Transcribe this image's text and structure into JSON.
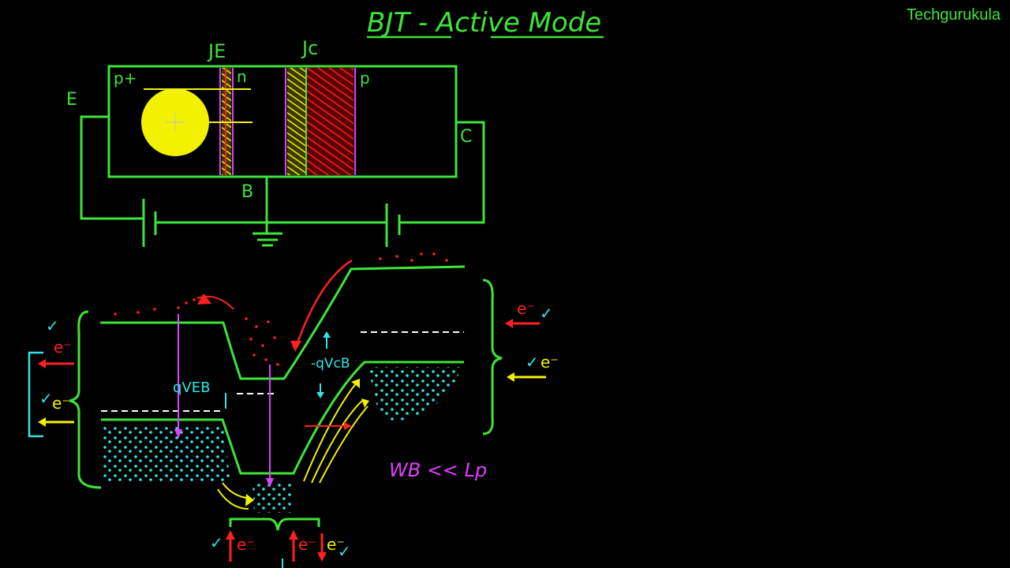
{
  "brand": "Techgurukula",
  "title": "BJT - Active Mode",
  "colors": {
    "green": "#3ee43a",
    "yellow": "#f2f200",
    "red": "#ff2020",
    "magenta": "#e040ff",
    "cyan": "#2ee6e6",
    "background": "#000000"
  },
  "device": {
    "junction_emitter": "JE",
    "junction_collector": "Jc",
    "region_emitter": "p+",
    "region_base": "n",
    "region_collector": "p",
    "terminal_emitter": "E",
    "terminal_base": "B",
    "terminal_collector": "C"
  },
  "band": {
    "q_veb_left": "qVEB",
    "q_vcb_right": "-qVcB",
    "condition": "WB << Lp",
    "electron": "e⁻",
    "check": "✓"
  }
}
